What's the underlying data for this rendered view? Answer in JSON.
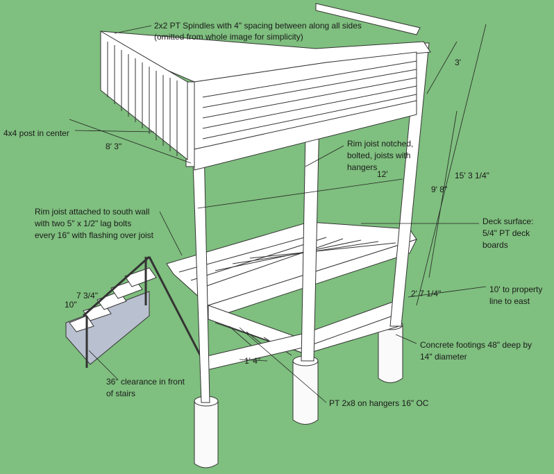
{
  "annotations": {
    "spindles_1": "2x2 PT Spindles with 4\" spacing between along all sides",
    "spindles_2": "(omitted from whole image for simplicity)",
    "post_center": "4x4 post in center",
    "rim_notched_1": "Rim joist notched,",
    "rim_notched_2": "bolted, joists with",
    "rim_notched_3": "hangers",
    "rim_wall_1": "Rim joist attached to south wall",
    "rim_wall_2": "with two 5\" x 1/2\" lag bolts",
    "rim_wall_3": "every 16\" with flashing over joist",
    "deck_surface_1": "Deck surface:",
    "deck_surface_2": "5/4\" PT deck",
    "deck_surface_3": "boards",
    "property_line_1": "10' to property",
    "property_line_2": "line to east",
    "footings_1": "Concrete footings 48\" deep by",
    "footings_2": "14\" diameter",
    "clearance_1": "36\" clearance in front",
    "clearance_2": "of stairs",
    "joists": "PT 2x8 on hangers 16\" OC"
  },
  "dimensions": {
    "depth": "8' 3\"",
    "width": "12'",
    "rail_height": "3'",
    "upper_height": "9' 8\"",
    "total_height": "15' 3 1/4\"",
    "lower_height": "2' 7 1/4\"",
    "joist_spacing": "1' 4\"",
    "stair_rise": "7 3/4\"",
    "stair_run": "10\""
  },
  "colors": {
    "background": "#7fbf7f",
    "lumber": "#ffffff",
    "lumber_edge": "#333333",
    "shadow": "#9aa3b3",
    "dim_line": "#222222"
  }
}
